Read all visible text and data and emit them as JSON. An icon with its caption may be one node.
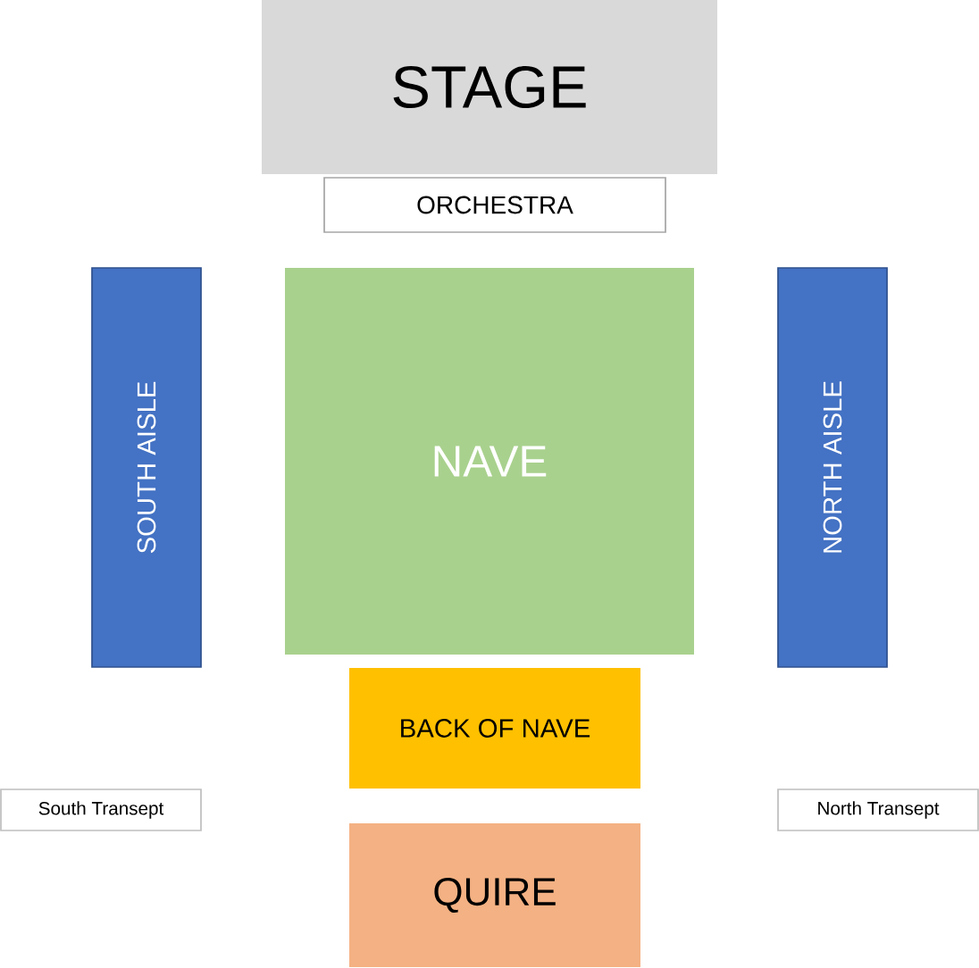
{
  "diagram": {
    "nodes": [
      {
        "text": [
          "STAGE"
        ]
      },
      {
        "text": [
          "ORCHESTRA"
        ]
      },
      {
        "text": [
          "SOUTH AISLE"
        ]
      },
      {
        "text": [
          "NAVE"
        ]
      },
      {
        "text": [
          "NORTH AISLE"
        ]
      },
      {
        "text": [
          "BACK OF NAVE"
        ]
      },
      {
        "text": [
          "South Transept"
        ]
      },
      {
        "text": [
          "North Transept"
        ]
      },
      {
        "text": [
          "QUIRE"
        ]
      }
    ]
  }
}
